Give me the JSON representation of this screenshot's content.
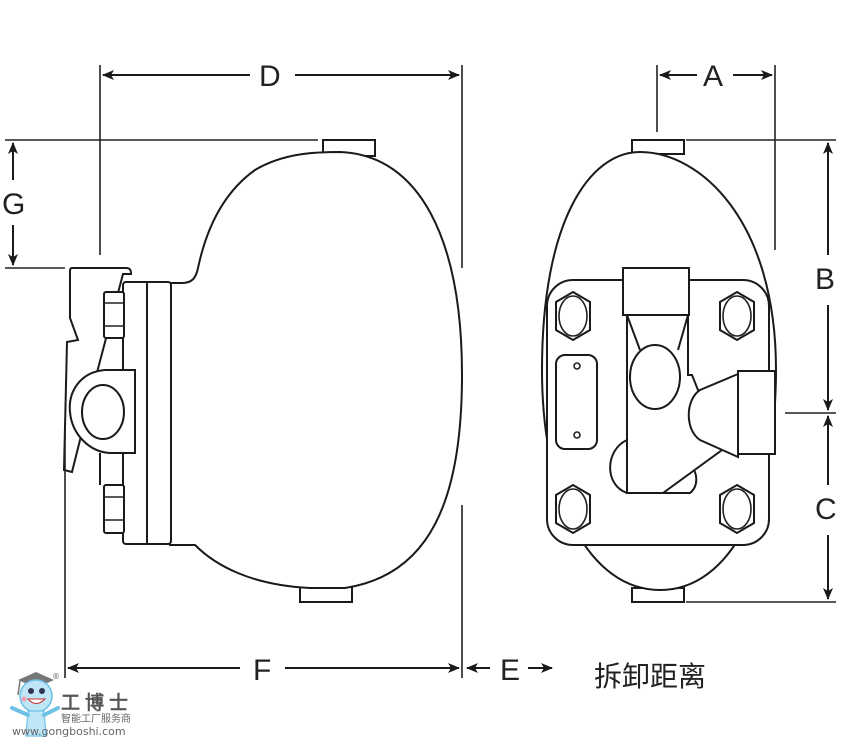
{
  "dimensions": {
    "D": "D",
    "A": "A",
    "G": "G",
    "B": "B",
    "C": "C",
    "F": "F",
    "E": "E"
  },
  "removal_label": "拆卸距离",
  "logo": {
    "name": "工博士",
    "tagline": "智能工厂服务商",
    "url": "www.gongboshi.com",
    "registered": "®"
  }
}
